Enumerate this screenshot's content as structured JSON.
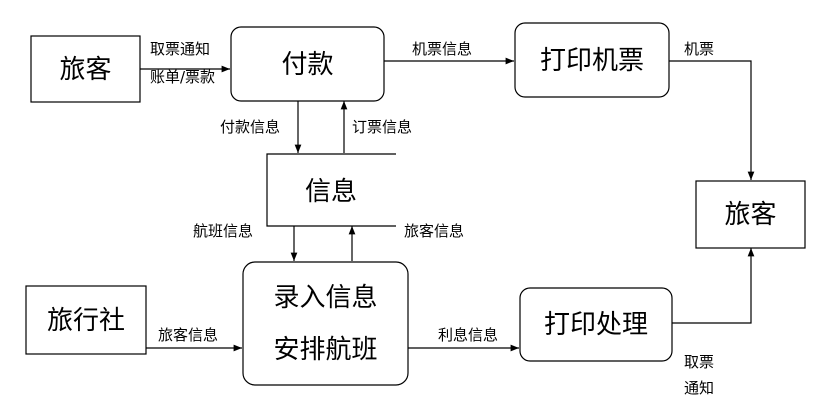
{
  "nodes": {
    "traveler_left": "旅客",
    "payment": "付款",
    "print_ticket": "打印机票",
    "info_store": "信息",
    "traveler_right": "旅客",
    "agency": "旅行社",
    "entry_line1": "录入信息",
    "entry_line2": "安排航班",
    "print_process": "打印处理"
  },
  "edges": {
    "traveler_to_payment_1": "取票通知",
    "traveler_to_payment_2": "账单/票款",
    "payment_to_print": "机票信息",
    "print_to_traveler": "机票",
    "payment_to_store": "付款信息",
    "store_to_payment": "订票信息",
    "store_to_entry": "航班信息",
    "entry_to_store": "旅客信息",
    "agency_to_entry": "旅客信息",
    "entry_to_process": "利息信息",
    "process_to_traveler_1": "取票",
    "process_to_traveler_2": "通知"
  }
}
